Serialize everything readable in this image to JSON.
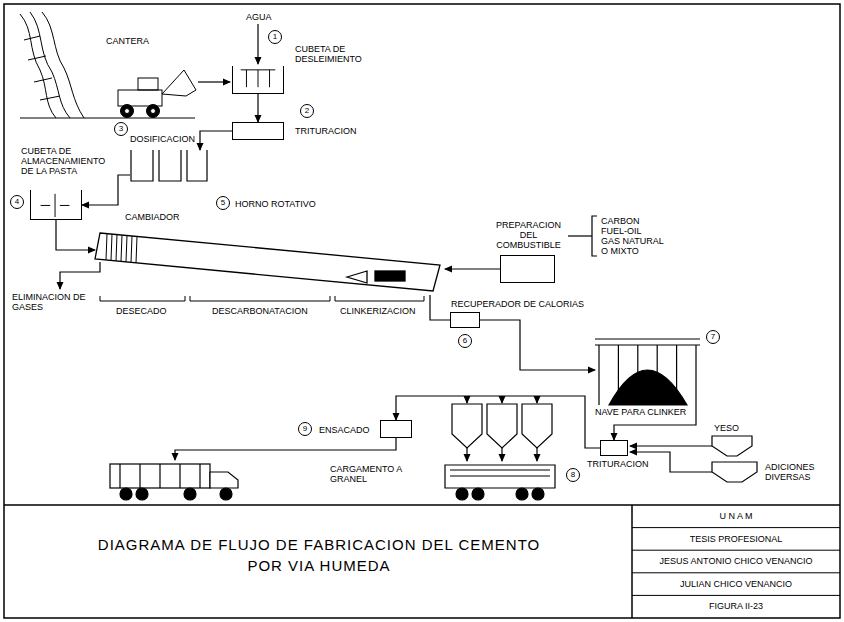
{
  "diagram": {
    "title": "DIAGRAMA DE FLUJO DE FABRICACION DEL CEMENTO POR VIA HUMEDA",
    "nodes": [
      {
        "text": [
          "CUBETA DE DESLEIMIENTO"
        ]
      },
      {
        "text": [
          "TRITURACION"
        ]
      },
      {
        "text": [
          "DOSIFICACION"
        ]
      },
      {
        "text": [
          "CUBETA DE ALMACENAMIENTO DE LA PASTA"
        ]
      },
      {
        "text": [
          "HORNO ROTATIVO"
        ]
      },
      {
        "text": [
          "PREPARACION DEL COMBUSTIBLE"
        ]
      },
      {
        "text": [
          "RECUPERADOR DE CALORIAS"
        ]
      },
      {
        "text": [
          "NAVE PARA CLINKER"
        ]
      },
      {
        "text": [
          "TRITURACION"
        ]
      },
      {
        "text": [
          "ENSACADO"
        ]
      }
    ],
    "edges": [
      {
        "from": 0,
        "to": 1,
        "arrow": "to"
      },
      {
        "from": 1,
        "to": 2,
        "arrow": "to"
      },
      {
        "from": 2,
        "to": 3,
        "arrow": "to"
      },
      {
        "from": 3,
        "to": 4,
        "arrow": "to"
      },
      {
        "from": 5,
        "to": 4,
        "arrow": "to"
      },
      {
        "from": 4,
        "to": 6,
        "arrow": "none"
      },
      {
        "from": 6,
        "to": 7,
        "arrow": "to"
      },
      {
        "from": 7,
        "to": 8,
        "arrow": "to"
      },
      {
        "from": 8,
        "to": 9,
        "arrow": "to"
      }
    ],
    "labels": [
      "CANTERA",
      "AGUA",
      "1",
      "2",
      "3",
      "4",
      "5",
      "CAMBIADOR",
      "ELIMINACION DE GASES",
      "DESECADO",
      "DESCARBONATACION",
      "CLINKERIZACION",
      "CARBON",
      "FUEL-OIL",
      "GAS NATURAL",
      "O MIXTO",
      "6",
      "7",
      "YESO",
      "ADICIONES DIVERSAS",
      "8",
      "9",
      "CARGAMENTO A GRANEL",
      "U N A M",
      "TESIS PROFESIONAL",
      "JESUS ANTONIO CHICO VENANCIO",
      "JULIAN CHICO VENANCIO",
      "FIGURA II-23"
    ]
  }
}
